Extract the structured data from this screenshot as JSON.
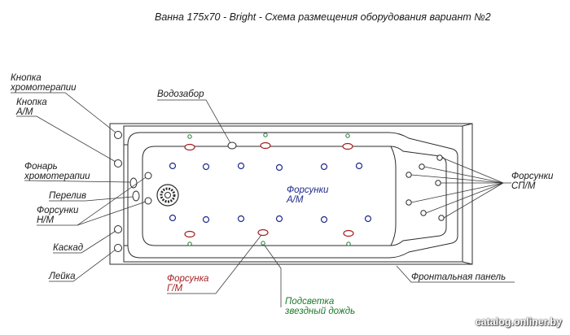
{
  "title": "Ванна 175х70 - Bright - Схема размещения оборудования вариант №2",
  "labels": {
    "chromo_button": [
      "Кнопка",
      "хромотерапии"
    ],
    "am_button": [
      "Кнопка",
      "А/М"
    ],
    "chromo_lamp": [
      "Фонарь",
      "хромотерапии"
    ],
    "overflow": "Перелив",
    "nozzles_nm": [
      "Форсунки",
      "Н/М"
    ],
    "cascade": "Каскад",
    "shower": "Лейка",
    "water_intake": "Водозабор",
    "nozzles_am": [
      "Форсунки",
      "А/М"
    ],
    "nozzles_spm": [
      "Форсунки",
      "СП/М"
    ],
    "front_panel": "Фронтальная панель",
    "nozzle_gm": [
      "Форсунка",
      "Г/М"
    ],
    "starry_sky": [
      "Подсветка",
      "звездный дождь"
    ]
  },
  "watermark": "catalog.onliner.by",
  "colors": {
    "outline": "#2b2b2b",
    "blue_nozzle": "#1f2a8a",
    "red_nozzle": "#a51f1f",
    "green_light": "#1d7a2a"
  }
}
